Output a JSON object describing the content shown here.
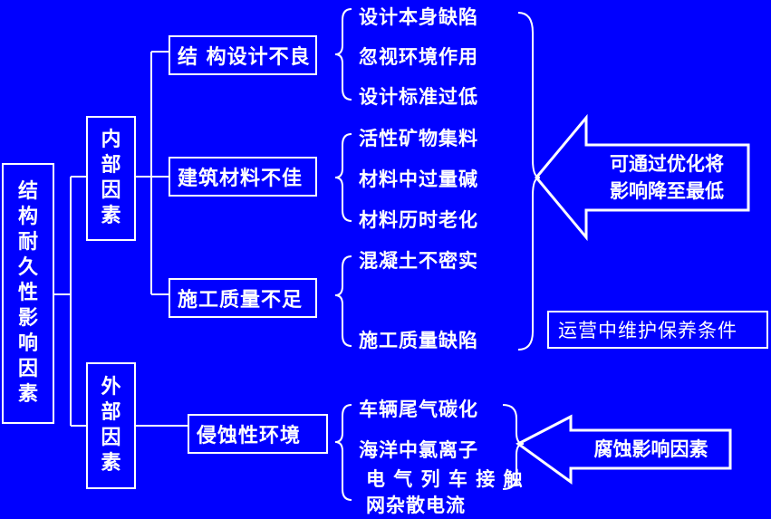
{
  "root": {
    "label": "结构耐久性影响因素"
  },
  "internal": {
    "label": "内部因素"
  },
  "external": {
    "label": "外部因素"
  },
  "factors": {
    "structure": "结 构设计不良",
    "material": "建筑材料不佳",
    "construction": "施工质量不足",
    "erosion": "侵蚀性环境"
  },
  "leaves": {
    "structure": [
      "设计本身缺陷",
      "忽视环境作用",
      "设计标准过低"
    ],
    "material": [
      "活性矿物集料",
      "材料中过量碱",
      "材料历时老化"
    ],
    "construction": [
      "混凝土不密实",
      "施工质量缺陷"
    ],
    "erosion": [
      "车辆尾气碳化",
      "海洋中氯离子",
      "电 气 列 车 接 触",
      "网杂散电流"
    ]
  },
  "arrows": {
    "optimize_line1": "可通过优化将",
    "optimize_line2": "影响降至最低",
    "corrosion": "腐蚀影响因素"
  },
  "maintenance": "运营中维护保养条件",
  "colors": {
    "background": "#0000ff",
    "foreground": "#ffffff"
  }
}
